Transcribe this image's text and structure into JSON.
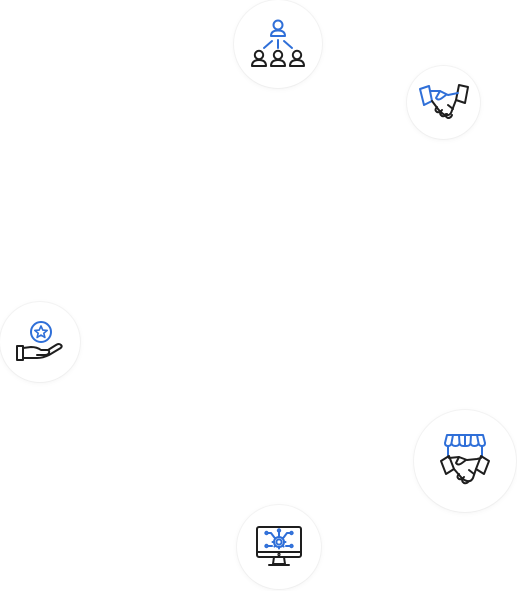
{
  "colors": {
    "accent": "#2f6fd8",
    "outline": "#1e1e1e",
    "background": "#ffffff"
  },
  "icons": [
    {
      "id": "org",
      "name": "organization-chart-icon"
    },
    {
      "id": "handshake",
      "name": "handshake-icon"
    },
    {
      "id": "reward",
      "name": "hand-star-reward-icon"
    },
    {
      "id": "store",
      "name": "storefront-handshake-icon"
    },
    {
      "id": "monitor",
      "name": "monitor-gear-icon"
    }
  ]
}
